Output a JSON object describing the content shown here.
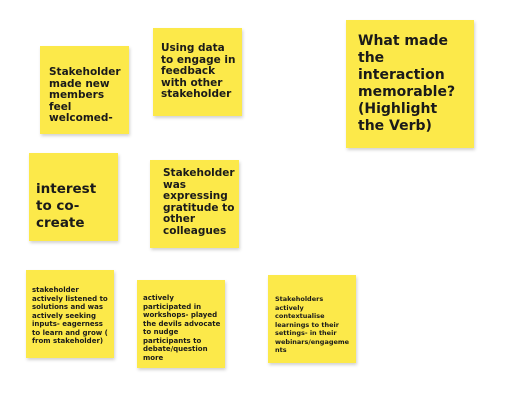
{
  "board": {
    "note_color": "#fce94a",
    "notes": [
      {
        "text": "Stakeholder made new members feel welcomed-"
      },
      {
        "text": "Using data to engage in feedback with other stakeholder"
      },
      {
        "text": "What made the interaction memorable? (Highlight the Verb)"
      },
      {
        "text": "interest to co-create"
      },
      {
        "text": "Stakeholder was expressing gratitude to other colleagues"
      },
      {
        "text": "stakeholder actively listened to solutions and was actively seeking inputs- eagerness to learn and grow ( from stakeholder)"
      },
      {
        "text": "actively participated in workshops- played the devils advocate to nudge participants to debate/question more"
      },
      {
        "text": "Stakeholders actively contextualise learnings to their settings- in their webinars/engagements"
      }
    ]
  }
}
